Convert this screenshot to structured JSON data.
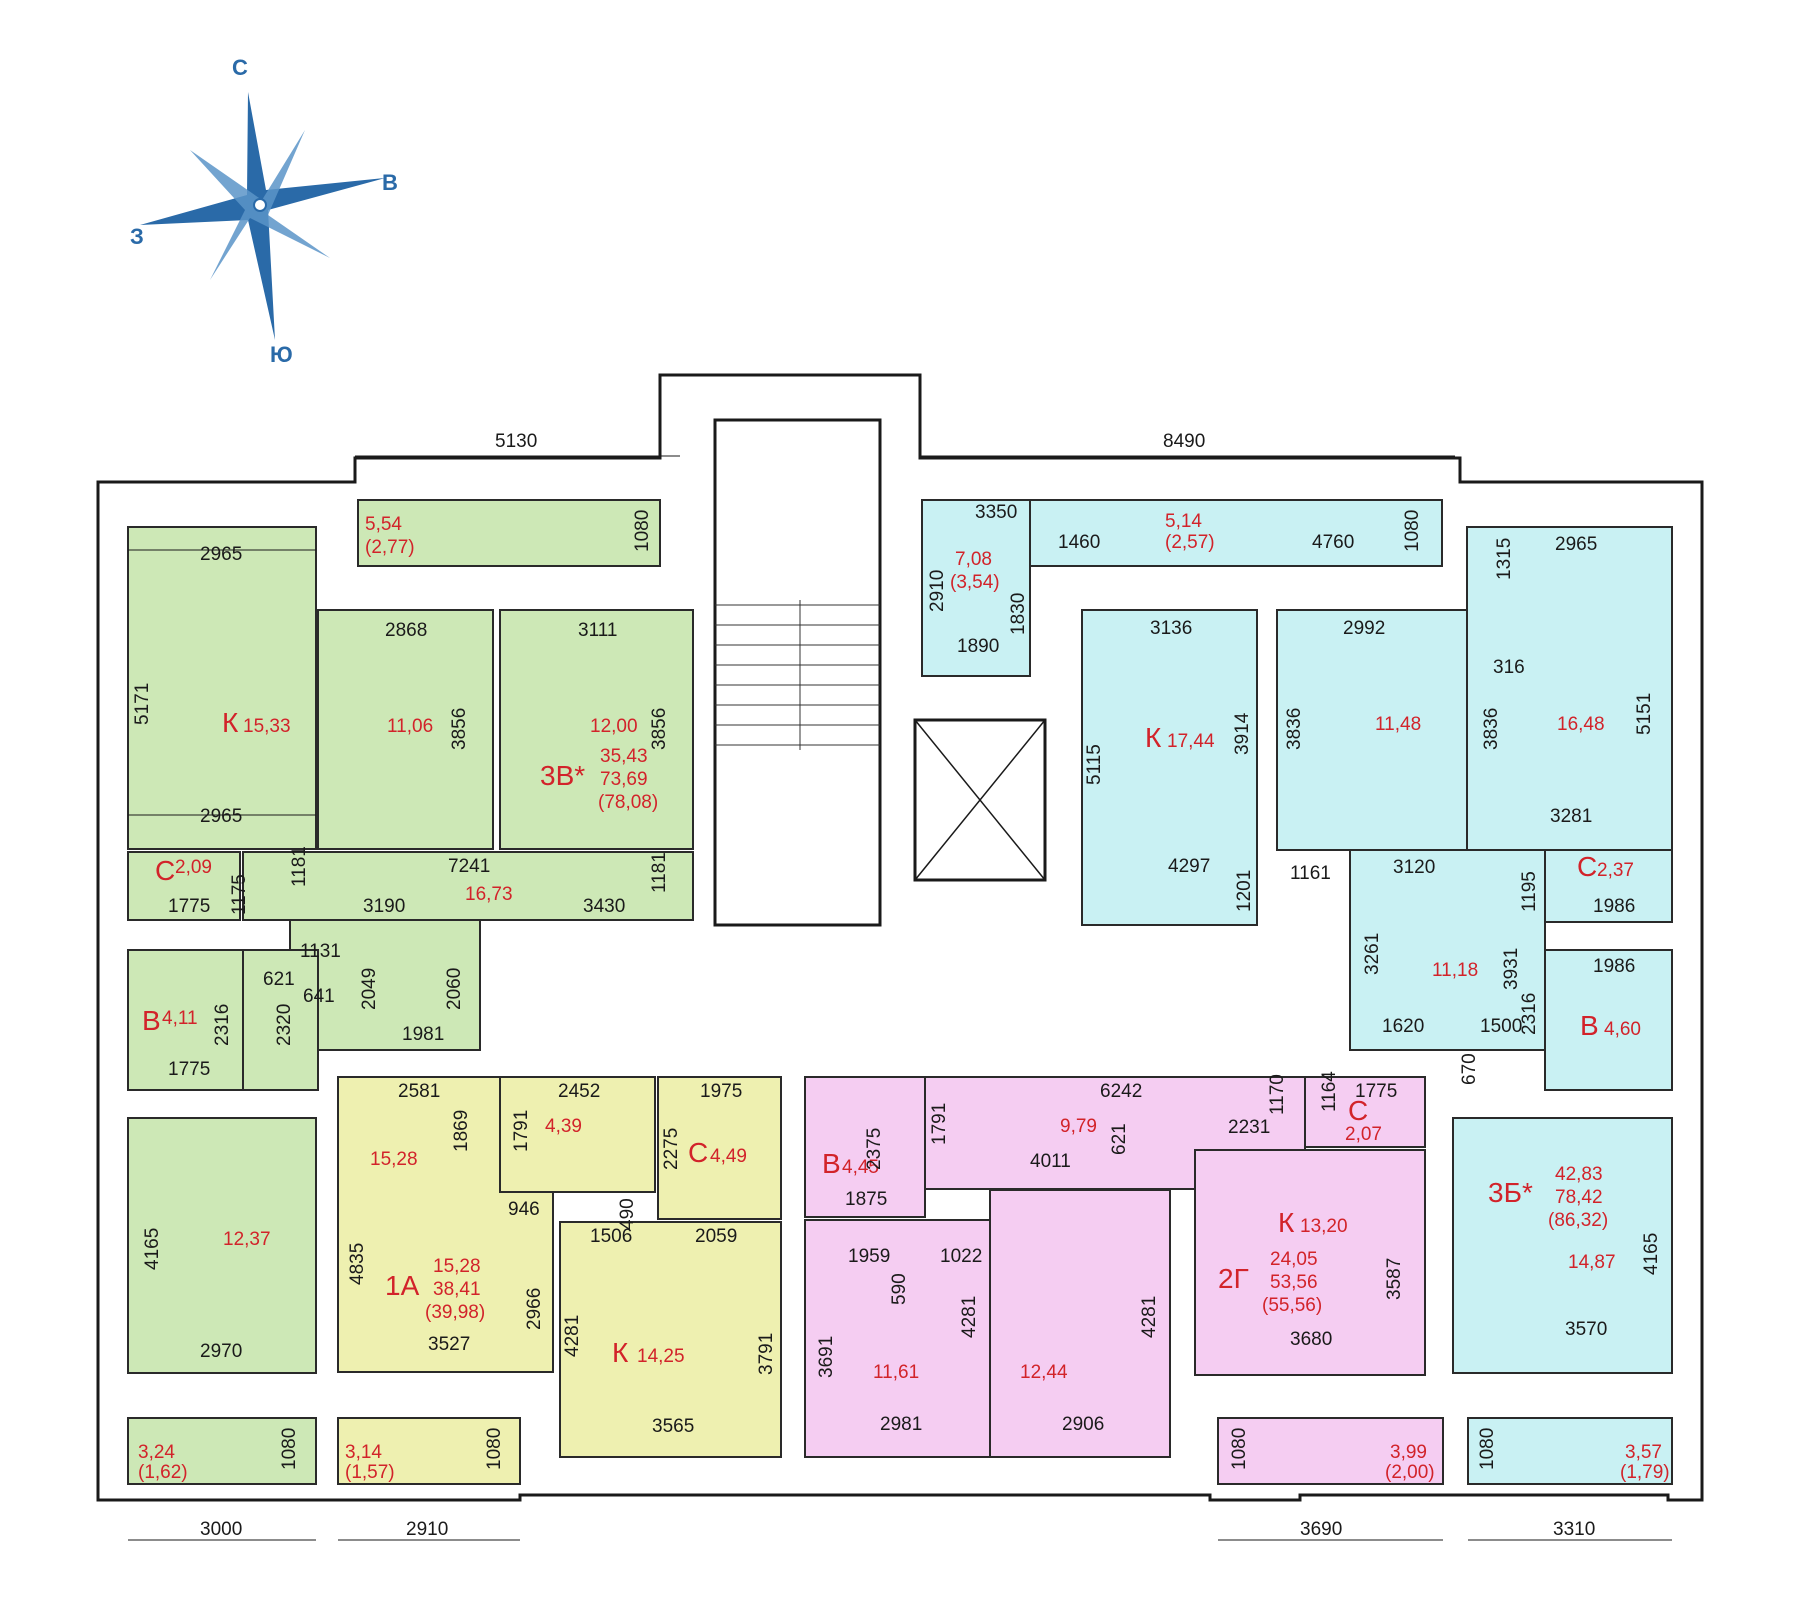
{
  "compass": {
    "n": "С",
    "e": "В",
    "s": "Ю",
    "w": "З"
  },
  "colors": {
    "green": "#cde8b6",
    "cyan": "#c9f1f3",
    "yellow": "#eef0b0",
    "pink": "#f5cdf2",
    "stairs": "#ffffff"
  },
  "apartments": {
    "a3v": {
      "label": "3В*",
      "living": "35,43",
      "total": "73,69",
      "total_bal": "(78,08)"
    },
    "a3b": {
      "label": "3Б*",
      "living": "42,83",
      "total": "78,42",
      "total_bal": "(86,32)"
    },
    "a1a": {
      "label": "1А",
      "living": "15,28",
      "total": "38,41",
      "total_bal": "(39,98)"
    },
    "a2g": {
      "label": "2Г",
      "living": "24,05",
      "total": "53,56",
      "total_bal": "(55,56)"
    }
  },
  "rooms": {
    "k1533": "К",
    "k1533v": "15,33",
    "r1106": "11,06",
    "r1200": "12,00",
    "c209": "С",
    "c209v": "2,09",
    "corr1673": "16,73",
    "v411": "В",
    "v411v": "4,11",
    "r1237": "12,37",
    "bal324": "3,24",
    "bal324b": "(1,62)",
    "bal554": "5,54",
    "bal554b": "(2,77)",
    "r1528": "15,28",
    "r439": "4,39",
    "c449": "С",
    "c449v": "4,49",
    "k1425": "К",
    "k1425v": "14,25",
    "bal314": "3,14",
    "bal314b": "(1,57)",
    "v445": "В",
    "v445v": "4,45",
    "r979": "9,79",
    "c207": "С",
    "c207v": "2,07",
    "k1320": "К",
    "k1320v": "13,20",
    "r1161": "11,61",
    "r1244": "12,44",
    "bal399": "3,99",
    "bal399b": "(2,00)",
    "bal708": "7,08",
    "bal708b": "(3,54)",
    "bal514": "5,14",
    "bal514b": "(2,57)",
    "k1744": "К",
    "k1744v": "17,44",
    "r1148": "11,48",
    "r1648": "16,48",
    "c237": "С",
    "c237v": "2,37",
    "r1118": "11,18",
    "v460": "В",
    "v460v": "4,60",
    "r1487": "14,87",
    "bal357": "3,57",
    "bal357b": "(1,79)"
  },
  "dims": {
    "d5130": "5130",
    "d8490": "8490",
    "d1080a": "1080",
    "d2965a": "2965",
    "d5171": "5171",
    "d2868": "2868",
    "d3111": "3111",
    "d3856a": "3856",
    "d3856b": "3856",
    "d2965b": "2965",
    "d7241": "7241",
    "d1175": "1175",
    "d1181a": "1181",
    "d1775a": "1775",
    "d3190": "3190",
    "d3430": "3430",
    "d1181b": "1181",
    "d1131": "1131",
    "d621a": "621",
    "d641": "641",
    "d2049": "2049",
    "d2060": "2060",
    "d2320": "2320",
    "d2316a": "2316",
    "d1981": "1981",
    "d1775b": "1775",
    "d4165a": "4165",
    "d2970": "2970",
    "d1080b": "1080",
    "d3000": "3000",
    "d2581": "2581",
    "d2452": "2452",
    "d1975": "1975",
    "d1869": "1869",
    "d1791a": "1791",
    "d2275": "2275",
    "d946": "946",
    "d490": "490",
    "d1506": "1506",
    "d2059": "2059",
    "d4835": "4835",
    "d2966": "2966",
    "d3527": "3527",
    "d4281a": "4281",
    "d3791": "3791",
    "d3565": "3565",
    "d1080c": "1080",
    "d2910a": "2910",
    "d2375": "2375",
    "d1791b": "1791",
    "d6242": "6242",
    "d1170": "1170",
    "d1164": "1164",
    "d1775c": "1775",
    "d621b": "621",
    "d2231": "2231",
    "d4011": "4011",
    "d1875": "1875",
    "d1959": "1959",
    "d1022": "1022",
    "d590": "590",
    "d3691": "3691",
    "d4281b": "4281",
    "d4281c": "4281",
    "d2981": "2981",
    "d2906": "2906",
    "d3587": "3587",
    "d3680": "3680",
    "d1080d": "1080",
    "d3690": "3690",
    "d3350": "3350",
    "d1460": "1460",
    "d2910b": "2910",
    "d1830": "1830",
    "d1890": "1890",
    "d4760": "4760",
    "d1080e": "1080",
    "d3136": "3136",
    "d2992": "2992",
    "d2965c": "2965",
    "d1315": "1315",
    "d316": "316",
    "d5151": "5151",
    "d3914": "3914",
    "d3836a": "3836",
    "d3836b": "3836",
    "d5115": "5115",
    "d3281": "3281",
    "d4297": "4297",
    "d1201": "1201",
    "d1161": "1161",
    "d3120": "3120",
    "d1195": "1195",
    "d1986a": "1986",
    "d1986b": "1986",
    "d3261": "3261",
    "d3931": "3931",
    "d1620": "1620",
    "d1500": "1500",
    "d2316b": "2316",
    "d670": "670",
    "d4165b": "4165",
    "d3570": "3570",
    "d1080f": "1080",
    "d3310": "3310"
  }
}
